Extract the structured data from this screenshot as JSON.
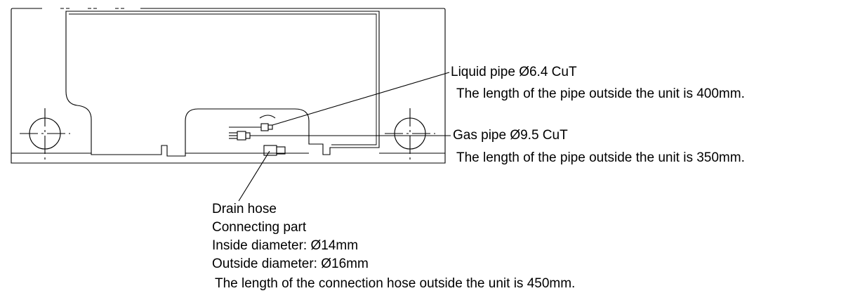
{
  "labels": {
    "liquid_pipe": "Liquid pipe Ø6.4 CuT",
    "liquid_pipe_length": "The length of the pipe outside the unit is 400mm.",
    "gas_pipe": "Gas pipe Ø9.5 CuT",
    "gas_pipe_length": "The length of the pipe outside the unit is 350mm.",
    "drain_hose": "Drain hose",
    "connecting_part": "Connecting part",
    "inside_diameter": "Inside diameter: Ø14mm",
    "outside_diameter": "Outside diameter: Ø16mm",
    "drain_hose_length": "The length of the connection hose outside the unit is 450mm."
  }
}
